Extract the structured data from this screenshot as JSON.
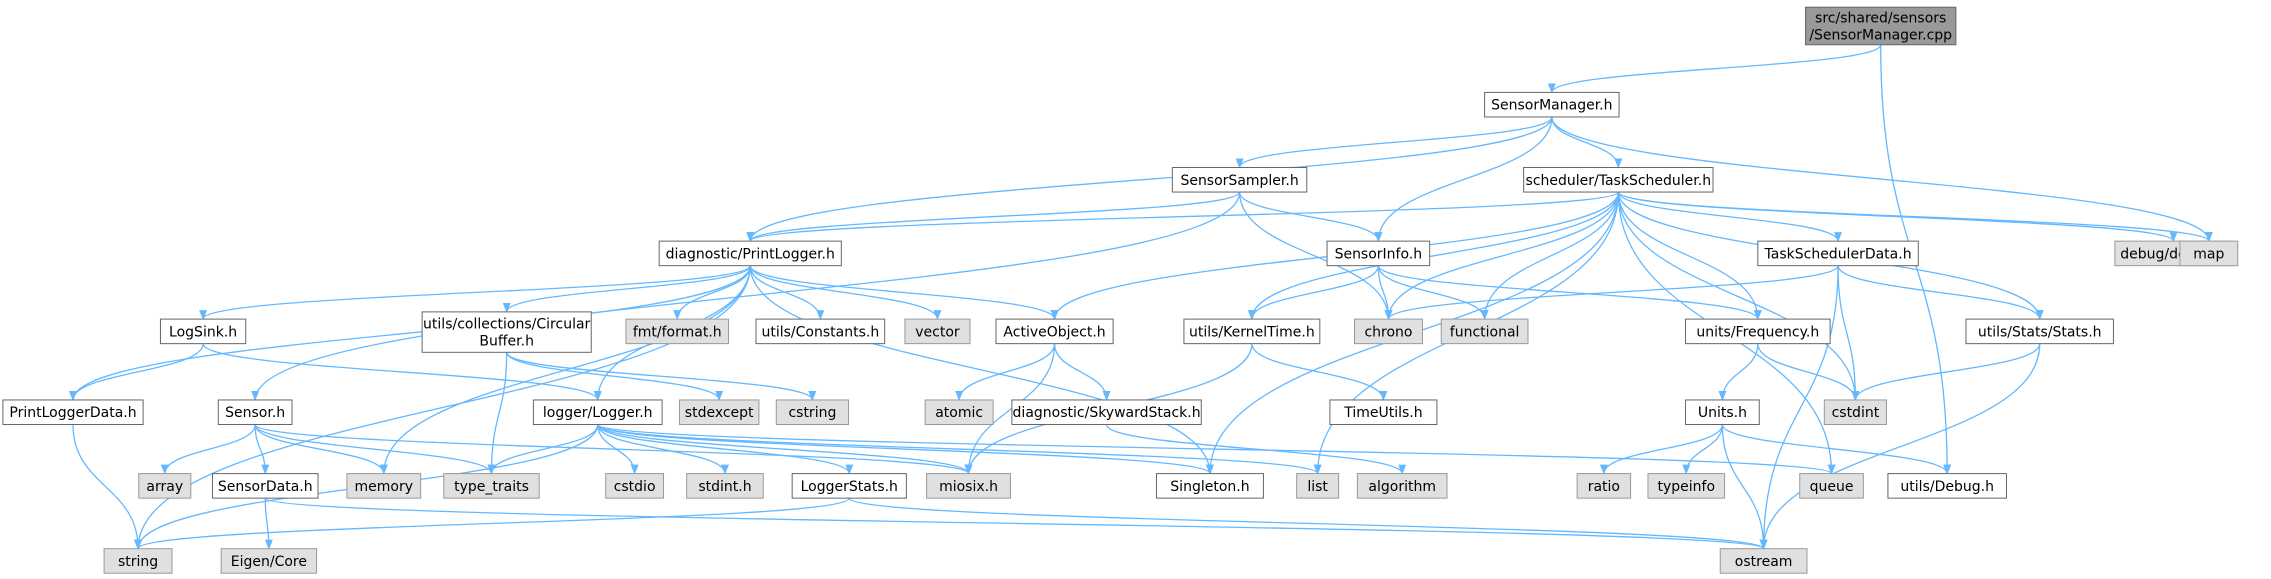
{
  "colors": {
    "edge": "#63b8ff",
    "root_fill": "#999999",
    "root_stroke": "#666666",
    "local_fill": "#ffffff",
    "local_stroke": "#666666",
    "external_fill": "#e0e0e0",
    "external_stroke": "#999999"
  },
  "nodes": [
    {
      "id": "root",
      "kind": "root",
      "lines": [
        "src/shared/sensors",
        "/SensorManager.cpp"
      ]
    },
    {
      "id": "sensormanager",
      "kind": "local",
      "lines": [
        "SensorManager.h"
      ]
    },
    {
      "id": "sensorsampler",
      "kind": "local",
      "lines": [
        "SensorSampler.h"
      ]
    },
    {
      "id": "taskscheduler",
      "kind": "local",
      "lines": [
        "scheduler/TaskScheduler.h"
      ]
    },
    {
      "id": "printlogger",
      "kind": "local",
      "lines": [
        "diagnostic/PrintLogger.h"
      ]
    },
    {
      "id": "sensorinfo",
      "kind": "local",
      "lines": [
        "SensorInfo.h"
      ]
    },
    {
      "id": "taskschedulerdata",
      "kind": "local",
      "lines": [
        "TaskSchedulerData.h"
      ]
    },
    {
      "id": "debugdebug",
      "kind": "external",
      "lines": [
        "debug/debug.h"
      ]
    },
    {
      "id": "map",
      "kind": "external",
      "lines": [
        "map"
      ]
    },
    {
      "id": "logsink",
      "kind": "local",
      "lines": [
        "LogSink.h"
      ]
    },
    {
      "id": "circularbuffer",
      "kind": "local",
      "lines": [
        "utils/collections/Circular",
        "Buffer.h"
      ]
    },
    {
      "id": "fmtformat",
      "kind": "external",
      "lines": [
        "fmt/format.h"
      ]
    },
    {
      "id": "constants",
      "kind": "local",
      "lines": [
        "utils/Constants.h"
      ]
    },
    {
      "id": "vector",
      "kind": "external",
      "lines": [
        "vector"
      ]
    },
    {
      "id": "activeobject",
      "kind": "local",
      "lines": [
        "ActiveObject.h"
      ]
    },
    {
      "id": "kerneltime",
      "kind": "local",
      "lines": [
        "utils/KernelTime.h"
      ]
    },
    {
      "id": "chrono",
      "kind": "external",
      "lines": [
        "chrono"
      ]
    },
    {
      "id": "functional",
      "kind": "external",
      "lines": [
        "functional"
      ]
    },
    {
      "id": "frequency",
      "kind": "local",
      "lines": [
        "units/Frequency.h"
      ]
    },
    {
      "id": "stats",
      "kind": "local",
      "lines": [
        "utils/Stats/Stats.h"
      ]
    },
    {
      "id": "printloggerdata",
      "kind": "local",
      "lines": [
        "PrintLoggerData.h"
      ]
    },
    {
      "id": "sensor",
      "kind": "local",
      "lines": [
        "Sensor.h"
      ]
    },
    {
      "id": "loggerh",
      "kind": "local",
      "lines": [
        "logger/Logger.h"
      ]
    },
    {
      "id": "stdexcept",
      "kind": "external",
      "lines": [
        "stdexcept"
      ]
    },
    {
      "id": "cstring",
      "kind": "external",
      "lines": [
        "cstring"
      ]
    },
    {
      "id": "atomic",
      "kind": "external",
      "lines": [
        "atomic"
      ]
    },
    {
      "id": "skywardstack",
      "kind": "local",
      "lines": [
        "diagnostic/SkywardStack.h"
      ]
    },
    {
      "id": "timeutils",
      "kind": "local",
      "lines": [
        "TimeUtils.h"
      ]
    },
    {
      "id": "units",
      "kind": "local",
      "lines": [
        "Units.h"
      ]
    },
    {
      "id": "cstdint",
      "kind": "external",
      "lines": [
        "cstdint"
      ]
    },
    {
      "id": "array",
      "kind": "external",
      "lines": [
        "array"
      ]
    },
    {
      "id": "memory",
      "kind": "external",
      "lines": [
        "memory"
      ]
    },
    {
      "id": "sensordata",
      "kind": "local",
      "lines": [
        "SensorData.h"
      ]
    },
    {
      "id": "typetraits",
      "kind": "external",
      "lines": [
        "type_traits"
      ]
    },
    {
      "id": "cstdio",
      "kind": "external",
      "lines": [
        "cstdio"
      ]
    },
    {
      "id": "stdinth",
      "kind": "external",
      "lines": [
        "stdint.h"
      ]
    },
    {
      "id": "loggerstats",
      "kind": "local",
      "lines": [
        "LoggerStats.h"
      ]
    },
    {
      "id": "miosix",
      "kind": "external",
      "lines": [
        "miosix.h"
      ]
    },
    {
      "id": "singleton",
      "kind": "local",
      "lines": [
        "Singleton.h"
      ]
    },
    {
      "id": "list",
      "kind": "external",
      "lines": [
        "list"
      ]
    },
    {
      "id": "algorithm",
      "kind": "external",
      "lines": [
        "algorithm"
      ]
    },
    {
      "id": "ratio",
      "kind": "external",
      "lines": [
        "ratio"
      ]
    },
    {
      "id": "typeinfo",
      "kind": "external",
      "lines": [
        "typeinfo"
      ]
    },
    {
      "id": "queue",
      "kind": "external",
      "lines": [
        "queue"
      ]
    },
    {
      "id": "utilsdebug",
      "kind": "local",
      "lines": [
        "utils/Debug.h"
      ]
    },
    {
      "id": "string",
      "kind": "external",
      "lines": [
        "string"
      ]
    },
    {
      "id": "eigencore",
      "kind": "external",
      "lines": [
        "Eigen/Core"
      ]
    },
    {
      "id": "ostream",
      "kind": "external",
      "lines": [
        "ostream"
      ]
    }
  ],
  "edges": [
    [
      "root",
      "sensormanager"
    ],
    [
      "root",
      "utilsdebug"
    ],
    [
      "sensormanager",
      "sensorsampler"
    ],
    [
      "sensormanager",
      "taskscheduler"
    ],
    [
      "sensormanager",
      "printlogger"
    ],
    [
      "sensormanager",
      "sensorinfo"
    ],
    [
      "sensormanager",
      "map"
    ],
    [
      "sensorsampler",
      "printlogger"
    ],
    [
      "sensorsampler",
      "sensorinfo"
    ],
    [
      "sensorsampler",
      "chrono"
    ],
    [
      "sensorsampler",
      "sensor"
    ],
    [
      "taskscheduler",
      "printlogger"
    ],
    [
      "taskscheduler",
      "activeobject"
    ],
    [
      "taskscheduler",
      "kerneltime"
    ],
    [
      "taskscheduler",
      "chrono"
    ],
    [
      "taskscheduler",
      "functional"
    ],
    [
      "taskscheduler",
      "frequency"
    ],
    [
      "taskscheduler",
      "taskschedulerdata"
    ],
    [
      "taskscheduler",
      "stats"
    ],
    [
      "taskscheduler",
      "debugdebug"
    ],
    [
      "taskscheduler",
      "map"
    ],
    [
      "taskscheduler",
      "cstdint"
    ],
    [
      "taskscheduler",
      "singleton"
    ],
    [
      "taskscheduler",
      "list"
    ],
    [
      "taskscheduler",
      "queue"
    ],
    [
      "printlogger",
      "logsink"
    ],
    [
      "printlogger",
      "circularbuffer"
    ],
    [
      "printlogger",
      "fmtformat"
    ],
    [
      "printlogger",
      "constants"
    ],
    [
      "printlogger",
      "vector"
    ],
    [
      "printlogger",
      "activeobject"
    ],
    [
      "printlogger",
      "printloggerdata"
    ],
    [
      "printlogger",
      "loggerh"
    ],
    [
      "printlogger",
      "memory"
    ],
    [
      "printlogger",
      "string"
    ],
    [
      "printlogger",
      "singleton"
    ],
    [
      "sensorinfo",
      "kerneltime"
    ],
    [
      "sensorinfo",
      "chrono"
    ],
    [
      "sensorinfo",
      "functional"
    ],
    [
      "sensorinfo",
      "frequency"
    ],
    [
      "taskschedulerdata",
      "chrono"
    ],
    [
      "taskschedulerdata",
      "cstdint"
    ],
    [
      "taskschedulerdata",
      "stats"
    ],
    [
      "taskschedulerdata",
      "ostream"
    ],
    [
      "logsink",
      "printloggerdata"
    ],
    [
      "logsink",
      "loggerh"
    ],
    [
      "circularbuffer",
      "stdexcept"
    ],
    [
      "circularbuffer",
      "cstring"
    ],
    [
      "circularbuffer",
      "typetraits"
    ],
    [
      "activeobject",
      "atomic"
    ],
    [
      "activeobject",
      "skywardstack"
    ],
    [
      "activeobject",
      "miosix"
    ],
    [
      "kerneltime",
      "timeutils"
    ],
    [
      "kerneltime",
      "miosix"
    ],
    [
      "frequency",
      "units"
    ],
    [
      "frequency",
      "cstdint"
    ],
    [
      "stats",
      "cstdint"
    ],
    [
      "stats",
      "ostream"
    ],
    [
      "printloggerdata",
      "string"
    ],
    [
      "sensor",
      "array"
    ],
    [
      "sensor",
      "memory"
    ],
    [
      "sensor",
      "sensordata"
    ],
    [
      "sensor",
      "typetraits"
    ],
    [
      "sensor",
      "miosix"
    ],
    [
      "loggerh",
      "typetraits"
    ],
    [
      "loggerh",
      "cstdio"
    ],
    [
      "loggerh",
      "stdinth"
    ],
    [
      "loggerh",
      "loggerstats"
    ],
    [
      "loggerh",
      "miosix"
    ],
    [
      "loggerh",
      "singleton"
    ],
    [
      "loggerh",
      "list"
    ],
    [
      "loggerh",
      "queue"
    ],
    [
      "loggerh",
      "string"
    ],
    [
      "skywardstack",
      "algorithm"
    ],
    [
      "units",
      "ratio"
    ],
    [
      "units",
      "typeinfo"
    ],
    [
      "units",
      "ostream"
    ],
    [
      "units",
      "utilsdebug"
    ],
    [
      "sensordata",
      "eigencore"
    ],
    [
      "sensordata",
      "ostream"
    ],
    [
      "loggerstats",
      "string"
    ],
    [
      "loggerstats",
      "ostream"
    ]
  ]
}
